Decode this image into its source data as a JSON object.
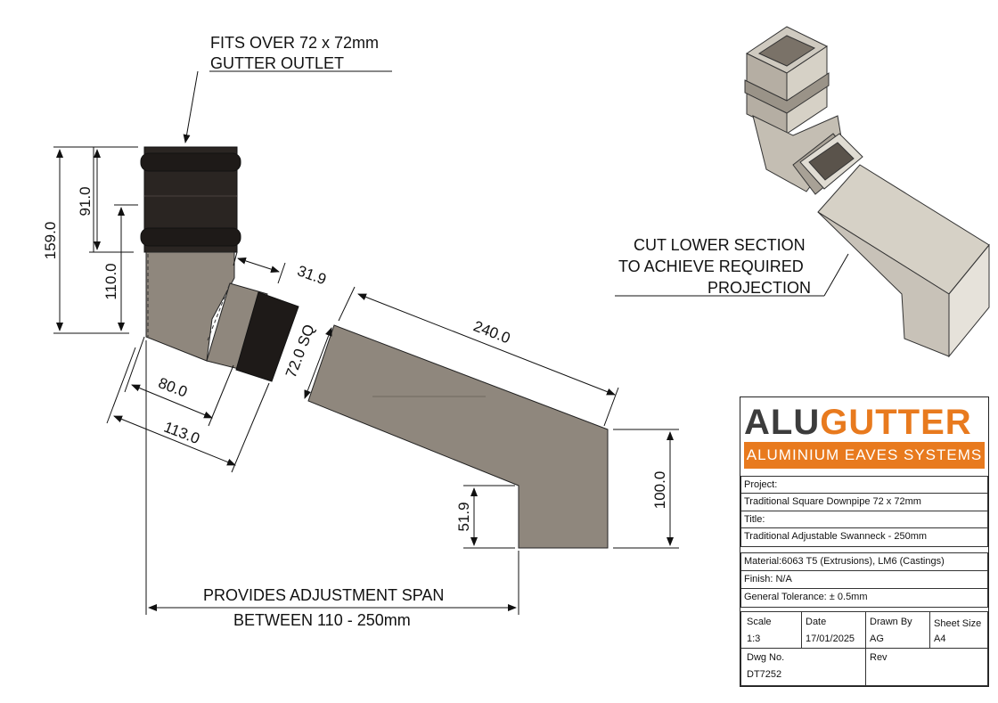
{
  "notes": {
    "fits_line1": "FITS OVER 72 x 72mm",
    "fits_line2": "GUTTER OUTLET",
    "cut_line1": "CUT LOWER SECTION",
    "cut_line2": "TO ACHIEVE REQUIRED",
    "cut_line3": "PROJECTION",
    "span_line1": "PROVIDES ADJUSTMENT SPAN",
    "span_line2": "BETWEEN 110 - 250mm"
  },
  "dimensions": {
    "d159": "159.0",
    "d91": "91.0",
    "d110": "110.0",
    "d31_9": "31.9",
    "d72sq": "72.0 SQ",
    "d240": "240.0",
    "d80": "80.0",
    "d113": "113.0",
    "d100": "100.0",
    "d51_9": "51.9"
  },
  "title_block": {
    "logo_alu": "ALU",
    "logo_gutter": "GUTTER",
    "logo_sub": "ALUMINIUM EAVES SYSTEMS",
    "project_label": "Project:",
    "project_value": "Traditional Square Downpipe 72 x 72mm",
    "title_label": "Title:",
    "title_value": "Traditional Adjustable Swanneck - 250mm",
    "material": "Material:6063 T5 (Extrusions), LM6 (Castings)",
    "finish": "Finish: N/A",
    "tolerance": "General Tolerance: ± 0.5mm",
    "scale_label": "Scale",
    "scale_value": "1:3",
    "date_label": "Date",
    "date_value": "17/01/2025",
    "drawn_label": "Drawn By",
    "drawn_value": "AG",
    "sheet_label": "Sheet Size",
    "sheet_value": "A4",
    "dwg_label": "Dwg No.",
    "dwg_value": "DT7252",
    "rev_label": "Rev"
  },
  "colors": {
    "pipe_fill": "#8f877d",
    "pipe_dark": "#2a2522",
    "iso_light": "#d6d1c6",
    "logo_orange": "#e87a1e",
    "logo_grey": "#3c3c3c"
  }
}
